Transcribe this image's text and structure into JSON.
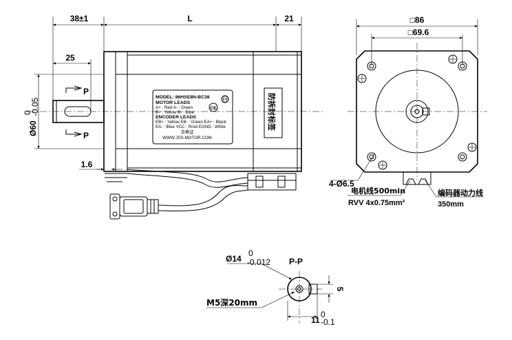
{
  "dimensions": {
    "shaft_len": "38±1",
    "body_len": "L",
    "rear_len": "21",
    "key_len": "25",
    "pilot_dia_main": "Ø60",
    "pilot_tol_upper": "0",
    "pilot_tol_lower": "-0.05",
    "flange_thk": "1.6",
    "section_mark": "P",
    "square_outer": "□86",
    "square_holes": "□69.6",
    "holes": "4-Ø6.5",
    "shaft_dia_main": "Ø14",
    "shaft_tol_upper": "0",
    "shaft_tol_lower": "-0.012",
    "thread": "M5深20mm",
    "key_height": "11",
    "key_tol_upper": "0",
    "key_tol_lower": "-0.1",
    "key_width": "5"
  },
  "section_title": "P-P",
  "nameplate": {
    "model": "MODEL: 86HSE8N-BC38",
    "motor_leads": "MOTOR LEADS",
    "row1": "A+ : Red        A- : Green",
    "row2": "B+ : Yellow     B- : Blue",
    "encoder_leads": "ENCODER LEADS",
    "row3": "EB+ : Yellow   EB- : Green   EA+ : Black",
    "row4": "EA- : Blue     VCC : Rred  EGND : White",
    "chinese_line": "合格证",
    "website": "WWW.JSS-MOTOR.COM",
    "ce_mark": "CE"
  },
  "anti_label": "防拆封标签",
  "callouts": {
    "motor_cable": "电机线500min",
    "motor_cable_spec": "RVV 4x0.75mm²",
    "encoder_cable": "编码器动力线",
    "encoder_cable_len": "350mm"
  }
}
